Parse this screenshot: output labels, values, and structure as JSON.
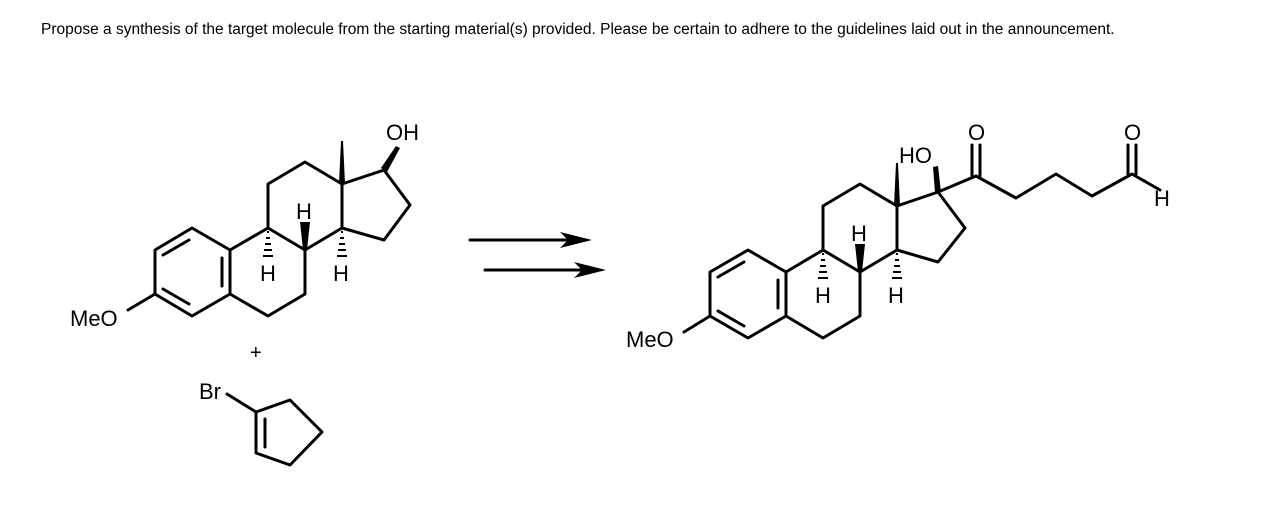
{
  "question": {
    "text": "Propose a synthesis of the target molecule from the starting material(s) provided. Please be certain to adhere to the guidelines laid out in the announcement."
  },
  "starting_material": {
    "labels": {
      "methoxy": "MeO",
      "hydroxyl": "OH",
      "h_bc_top": "H",
      "h_ab_bottom": "H",
      "h_cd_bottom": "H"
    }
  },
  "plus": "+",
  "reagent": {
    "labels": {
      "bromo": "Br"
    }
  },
  "arrow": {
    "type": "retrosynthetic"
  },
  "target": {
    "labels": {
      "methoxy": "MeO",
      "hydroxyl": "HO",
      "ketone_o": "O",
      "aldehyde_o": "O",
      "aldehyde_h": "H",
      "h_bc_top": "H",
      "h_ab_bottom": "H",
      "h_cd_bottom": "H"
    }
  }
}
